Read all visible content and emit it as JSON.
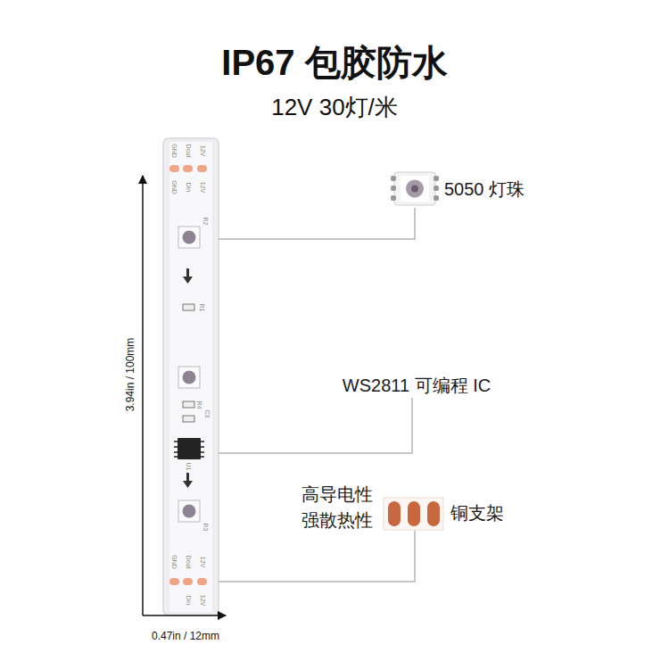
{
  "diagram": {
    "title": "IP67 包胶防水",
    "labels": [
      "12V 30灯/米",
      "5050 灯珠",
      "WS2811 可编程 IC",
      "高导电性 强散热性",
      "铜支架",
      "3.94in / 100mm",
      "0.47in / 12mm",
      "GND",
      "Dout",
      "12V",
      "GND",
      "Din",
      "12V",
      "R2",
      "R1",
      "R4",
      "C3",
      "U1",
      "R3",
      "GND",
      "Dout",
      "12V",
      "Din",
      "12V"
    ]
  }
}
